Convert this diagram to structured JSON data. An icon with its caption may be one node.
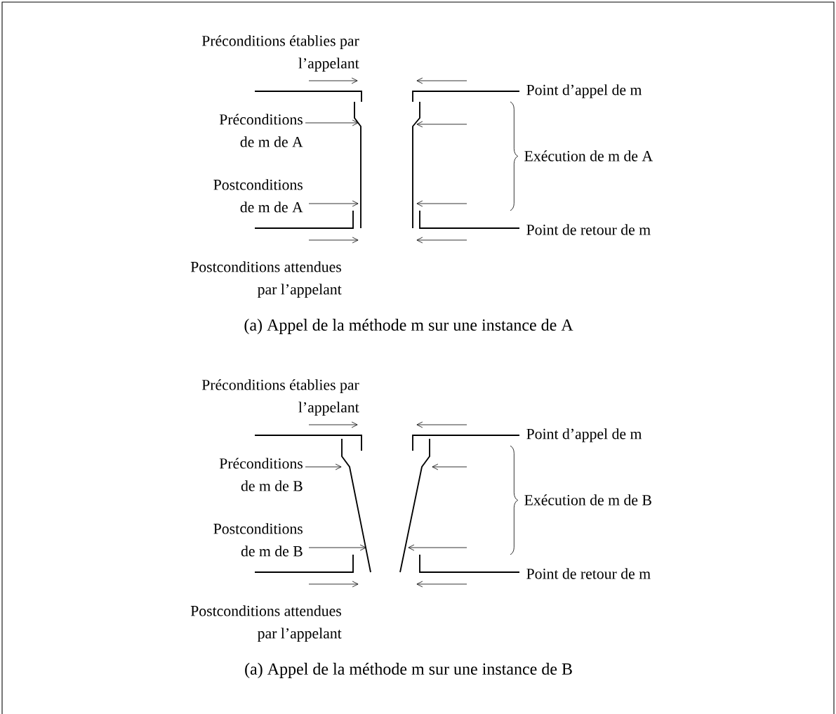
{
  "diagram": {
    "nodes": [
      {
        "text": [
          "Préconditions établies par l’appelant"
        ]
      },
      {
        "text": [
          "Préconditions de m de A"
        ]
      },
      {
        "text": [
          "Postconditions de m de A"
        ]
      },
      {
        "text": [
          "Postconditions attendues par l’appelant"
        ]
      },
      {
        "text": [
          "Préconditions établies par l’appelant"
        ]
      },
      {
        "text": [
          "Préconditions de m de B"
        ]
      },
      {
        "text": [
          "Postconditions de m de B"
        ]
      },
      {
        "text": [
          "Postconditions attendues par l’appelant"
        ]
      }
    ],
    "edges": [
      {
        "from": null,
        "to": 0,
        "arrow": "to"
      },
      {
        "from": 1,
        "to": null,
        "arrow": "to"
      },
      {
        "from": 2,
        "to": null,
        "arrow": "to"
      },
      {
        "from": 3,
        "to": null,
        "arrow": "to"
      },
      {
        "from": null,
        "to": 4,
        "arrow": "to"
      },
      {
        "from": 5,
        "to": null,
        "arrow": "to"
      },
      {
        "from": 6,
        "to": null,
        "arrow": "to"
      },
      {
        "from": 7,
        "to": null,
        "arrow": "to"
      }
    ],
    "labels": [
      "Point d’appel de m",
      "Exécution de m de A",
      "Point de retour de m",
      "(a) Appel de la méthode m sur une instance de A",
      "Point d’appel de m",
      "Exécution de m de B",
      "Point de retour de m",
      "(a) Appel de la méthode m sur une instance de B"
    ]
  }
}
